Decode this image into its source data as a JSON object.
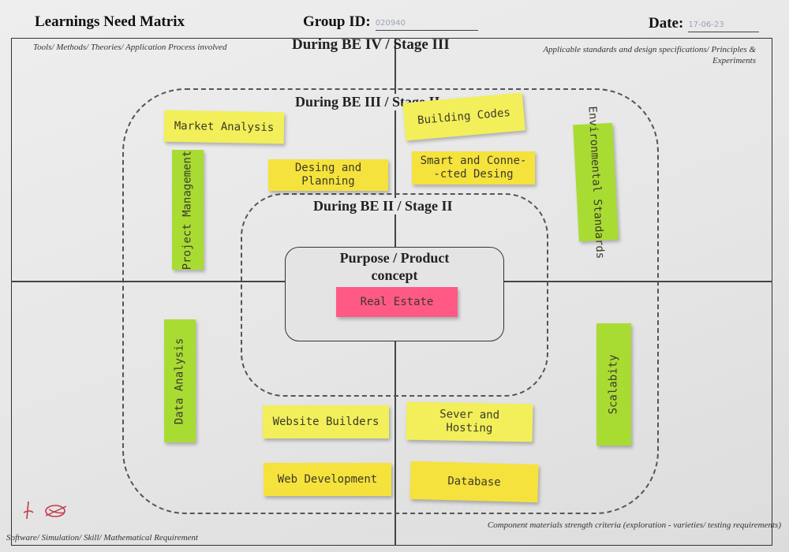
{
  "header": {
    "title": "Learnings Need Matrix",
    "group_label": "Group ID:",
    "group_value": "020940",
    "date_label": "Date:",
    "date_value": "17-06-23"
  },
  "corners": {
    "top_left": "Tools/ Methods/ Theories/ Application Process involved",
    "top_right": "Applicable standards and design specifications/ Principles & Experiments",
    "bottom_left": "Software/ Simulation/ Skill/ Mathematical Requirement",
    "bottom_right": "Component materials strength criteria (exploration - varieties/ testing requirements)"
  },
  "stages": {
    "outer": "During BE IV / Stage III",
    "middle": "During BE III / Stage II",
    "inner": "During BE II / Stage II"
  },
  "center": {
    "title": "Purpose / Product concept",
    "note": "Real Estate"
  },
  "notes": {
    "market_analysis": "Market Analysis",
    "building_codes": "Building Codes",
    "project_management": "Project Management",
    "design_planning": "Desing and Planning",
    "smart_connected": "Smart and Conne--cted Desing",
    "environmental": "Environmental Standards",
    "data_analysis": "Data Analysis",
    "scalability": "Scalabity",
    "website_builders": "Website Builders",
    "server_hosting": "Sever and Hosting",
    "web_development": "Web Development",
    "database": "Database"
  },
  "colors": {
    "yellow_light": "#f2ef5a",
    "yellow": "#f6e23c",
    "green": "#a9dc33",
    "pink": "#ff5a86"
  }
}
